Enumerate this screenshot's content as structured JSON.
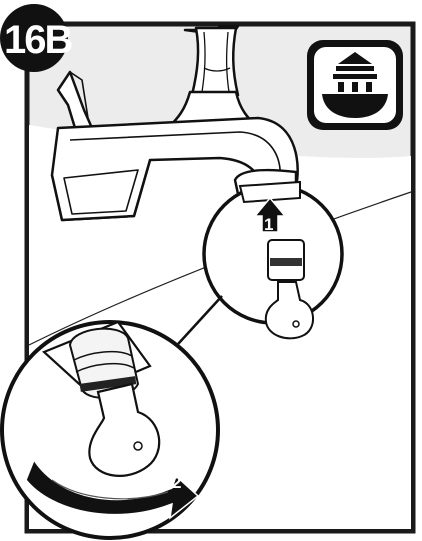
{
  "step": {
    "label": "16B"
  },
  "callouts": {
    "arrow_up_number": "1",
    "arrow_rotate_number": "2"
  },
  "icons": {
    "bath_spout": "bath-spout-icon",
    "step_badge": "step-badge",
    "arrow_up": "arrow-up-icon",
    "arrow_rotate": "rotate-arrow-icon"
  },
  "colors": {
    "ink": "#111111",
    "frame": "#1a1a1a",
    "floor_gray": "#e6e6e6",
    "panel_white": "#ffffff",
    "spout_gray": "#b7b7b7"
  }
}
